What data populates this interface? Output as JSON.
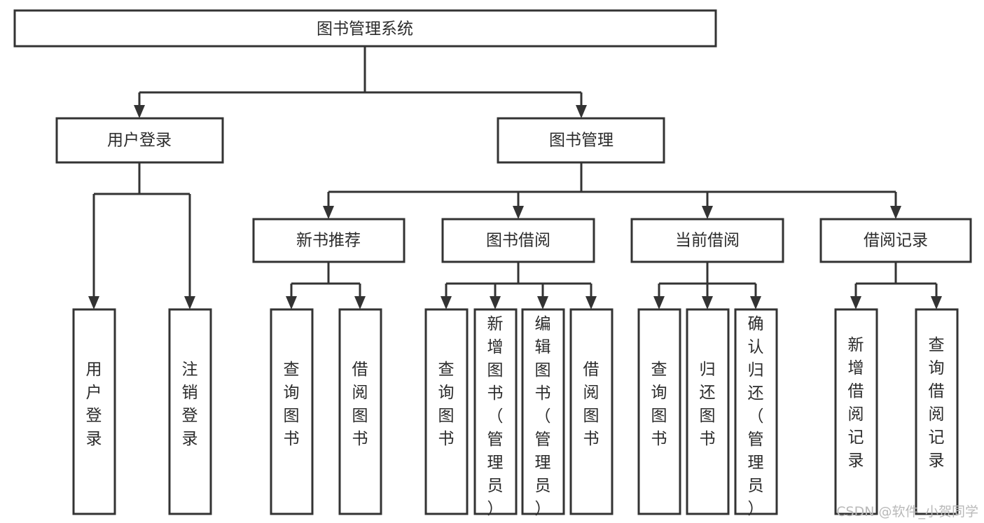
{
  "diagram": {
    "title": "图书管理系统",
    "type": "tree-hierarchy",
    "root": {
      "id": "root",
      "label": "图书管理系统",
      "orientation": "horizontal"
    },
    "level1": [
      {
        "id": "user-login",
        "label": "用户登录",
        "orientation": "horizontal"
      },
      {
        "id": "book-manage",
        "label": "图书管理",
        "orientation": "horizontal"
      }
    ],
    "level2": [
      {
        "id": "new-book-rec",
        "label": "新书推荐",
        "parent": "book-manage",
        "orientation": "horizontal"
      },
      {
        "id": "book-borrow",
        "label": "图书借阅",
        "parent": "book-manage",
        "orientation": "horizontal"
      },
      {
        "id": "current-borrow",
        "label": "当前借阅",
        "parent": "book-manage",
        "orientation": "horizontal"
      },
      {
        "id": "borrow-record",
        "label": "借阅记录",
        "parent": "book-manage",
        "orientation": "horizontal"
      }
    ],
    "leaves": [
      {
        "id": "leaf-user-login",
        "label": "用户登录",
        "parent": "user-login",
        "orientation": "vertical"
      },
      {
        "id": "leaf-user-logout",
        "label": "注销登录",
        "parent": "user-login",
        "orientation": "vertical"
      },
      {
        "id": "leaf-query-book-1",
        "label": "查询图书",
        "parent": "new-book-rec",
        "orientation": "vertical"
      },
      {
        "id": "leaf-borrow-book-1",
        "label": "借阅图书",
        "parent": "new-book-rec",
        "orientation": "vertical"
      },
      {
        "id": "leaf-query-book-2",
        "label": "查询图书",
        "parent": "book-borrow",
        "orientation": "vertical"
      },
      {
        "id": "leaf-add-book",
        "label": "新增图书（管理员）",
        "parent": "book-borrow",
        "orientation": "vertical"
      },
      {
        "id": "leaf-edit-book",
        "label": "编辑图书（管理员）",
        "parent": "book-borrow",
        "orientation": "vertical"
      },
      {
        "id": "leaf-borrow-book-2",
        "label": "借阅图书",
        "parent": "book-borrow",
        "orientation": "vertical"
      },
      {
        "id": "leaf-query-book-3",
        "label": "查询图书",
        "parent": "current-borrow",
        "orientation": "vertical"
      },
      {
        "id": "leaf-return-book",
        "label": "归还图书",
        "parent": "current-borrow",
        "orientation": "vertical"
      },
      {
        "id": "leaf-confirm-return",
        "label": "确认归还（管理员）",
        "parent": "current-borrow",
        "orientation": "vertical"
      },
      {
        "id": "leaf-add-record",
        "label": "新增借阅记录",
        "parent": "borrow-record",
        "orientation": "vertical"
      },
      {
        "id": "leaf-query-record",
        "label": "查询借阅记录",
        "parent": "borrow-record",
        "orientation": "vertical"
      }
    ],
    "colors": {
      "box_stroke": "#333333",
      "box_fill": "#ffffff",
      "text": "#2b2b2b",
      "connector": "#333333",
      "watermark": "#b9b9b9",
      "background": "#ffffff"
    }
  },
  "watermark": {
    "text": "CSDN @软件_小贺同学"
  }
}
